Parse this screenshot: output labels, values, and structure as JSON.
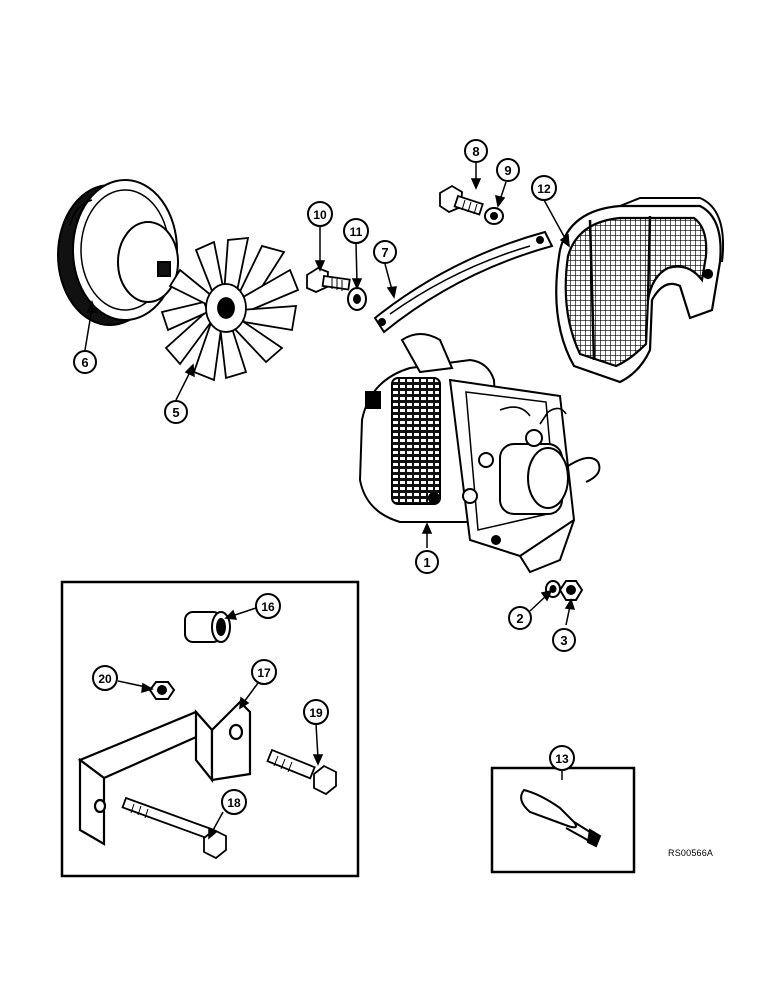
{
  "diagram": {
    "reference_code": "RS00566A",
    "callouts": {
      "alternator": "1",
      "lock_washer": "2",
      "nut": "3",
      "fan": "5",
      "pulley": "6",
      "adjusting_strap": "7",
      "strap_bolt": "8",
      "strap_washer": "9",
      "pivot_bolt": "10",
      "pivot_washer": "11",
      "fan_guard": "12",
      "cable_tie": "13",
      "spacer": "16",
      "bracket": "17",
      "bracket_bolt_long": "18",
      "bracket_bolt_short": "19",
      "bracket_nut": "20"
    }
  }
}
